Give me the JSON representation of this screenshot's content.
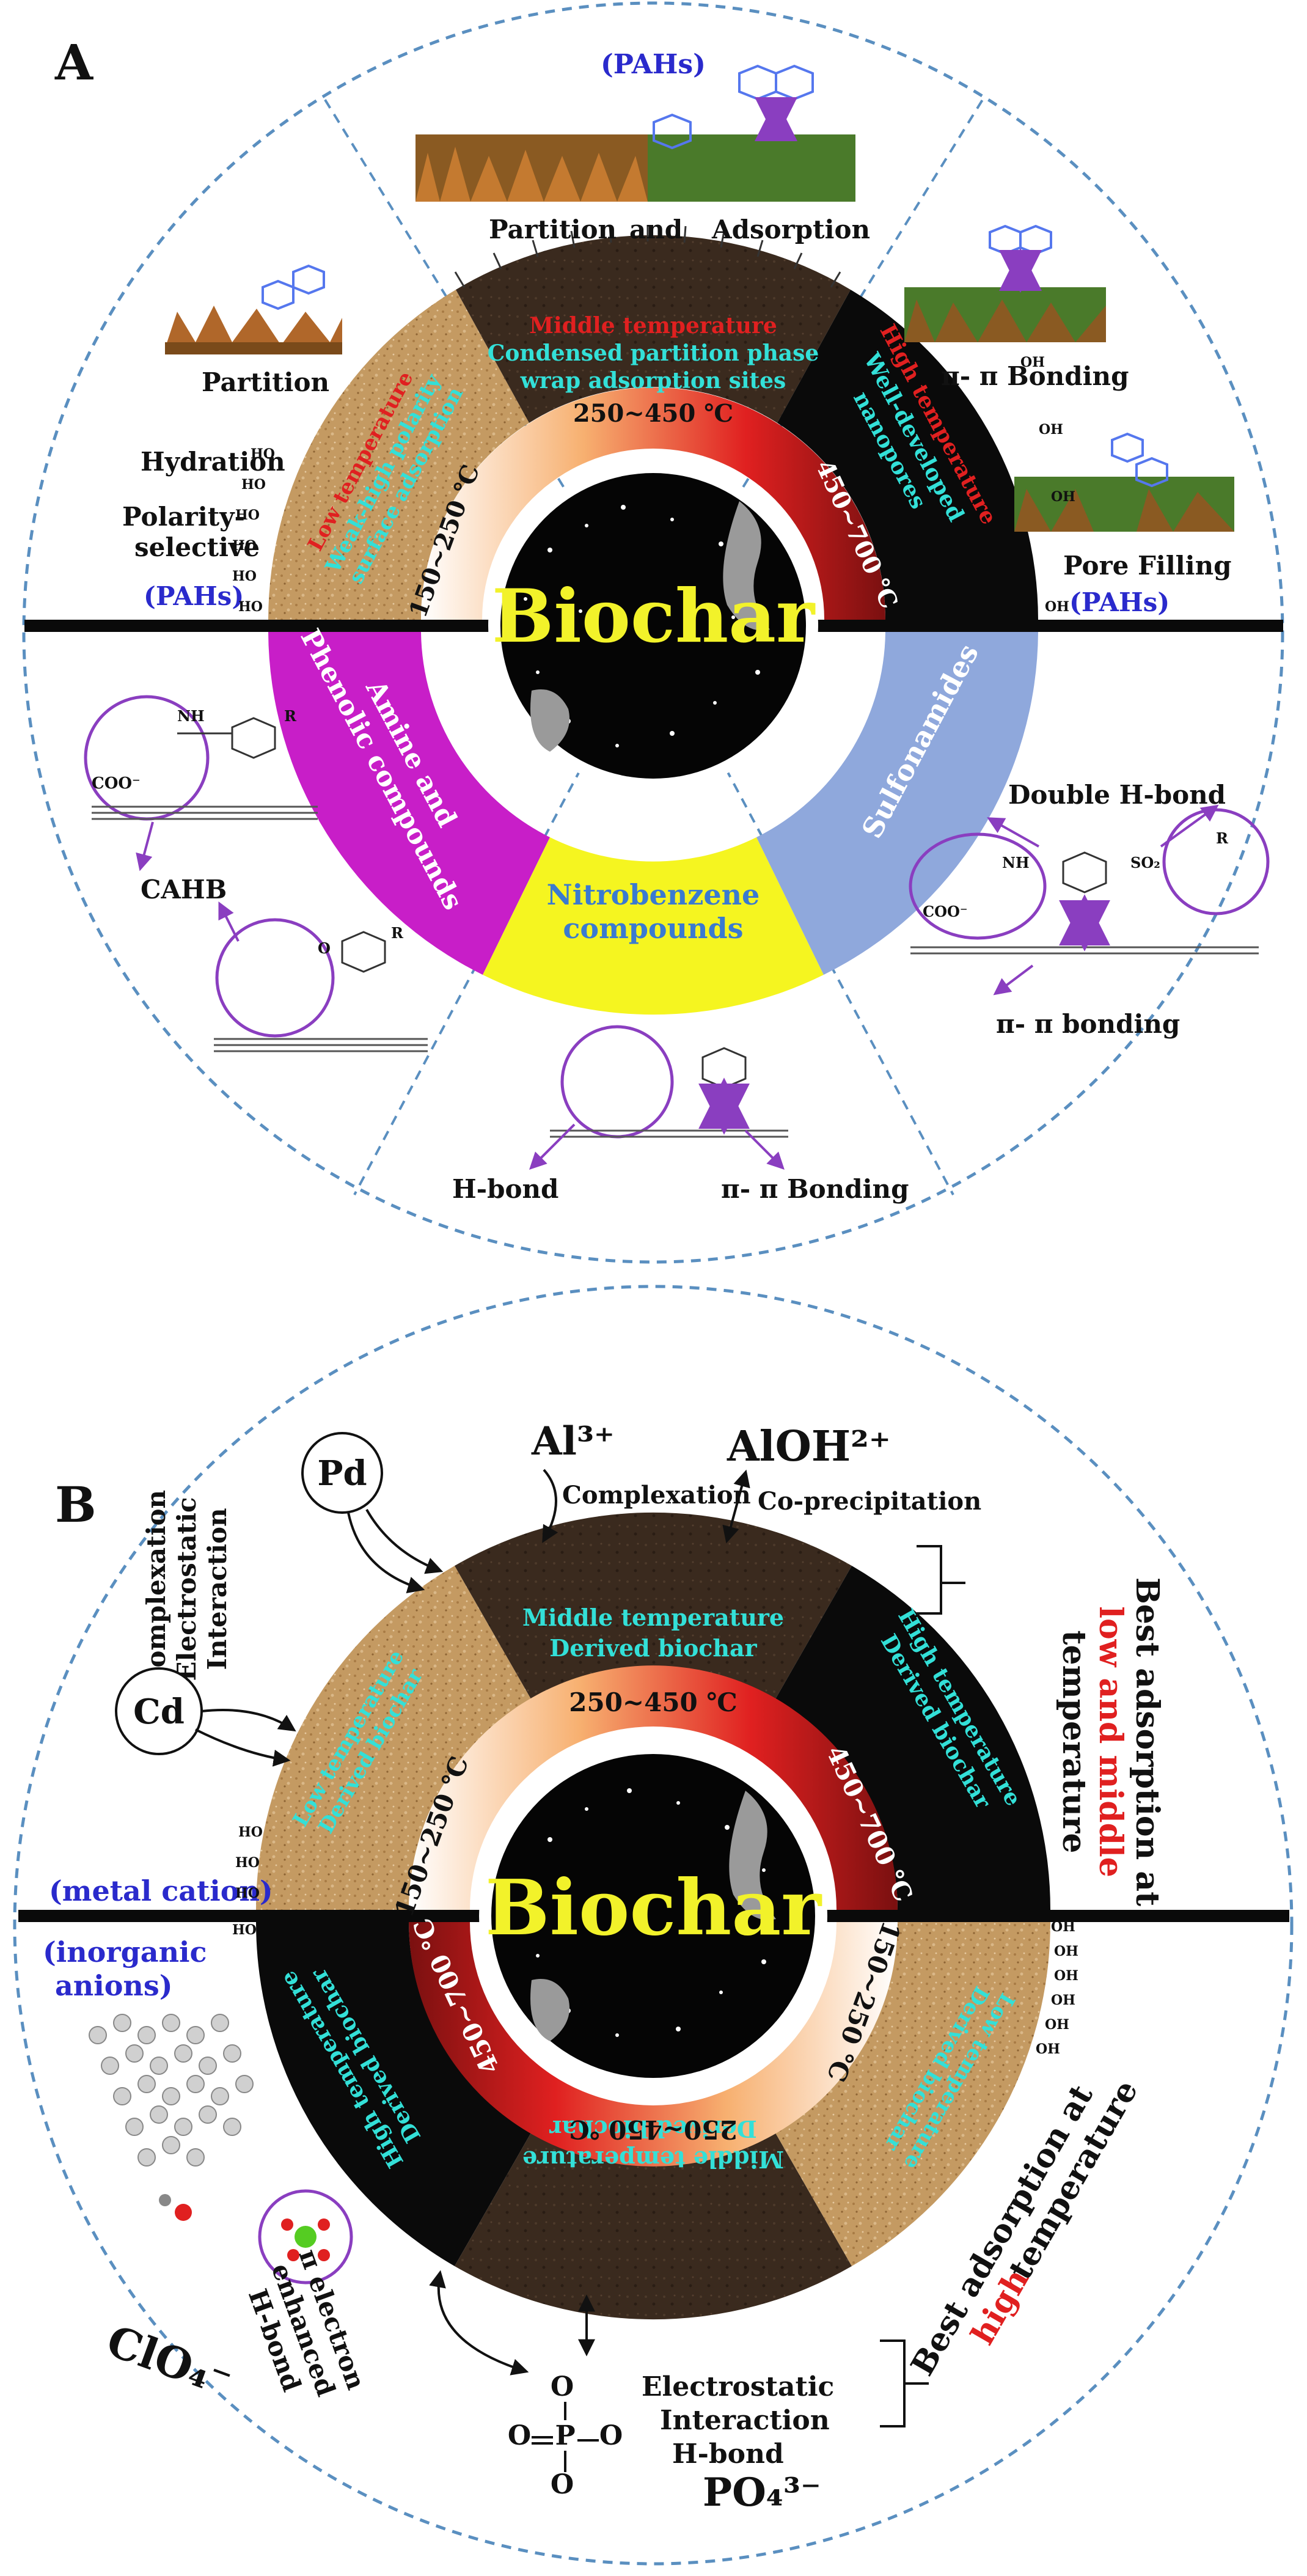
{
  "panel_a": {
    "letter": "A",
    "pahs_top": "(PAHs)",
    "partition_and": "Partition",
    "and_word": "and",
    "adsorption_word": "Adsorption",
    "partition": "Partition",
    "pi_bonding": "π- π Bonding",
    "hydration": "Hydration",
    "polarity_1": "Polarity-",
    "polarity_2": "selective",
    "pahs_left": "(PAHs)",
    "pore_filling": "Pore Filling",
    "pahs_right": "(PAHs)",
    "mid_1": "Middle temperature",
    "mid_2": "Condensed partition phase",
    "mid_3": "wrap adsorption sites",
    "high_1": "High temperature",
    "high_2": "Well-developed",
    "high_3": "nanopores",
    "low_1": "Low temperature",
    "low_2": "Weak-high polarity",
    "low_3": "surface adsorption",
    "temp_low": "150~250 ℃",
    "temp_mid": "250~450 ℃",
    "temp_high": "450~700 ℃",
    "biochar": "Biochar",
    "amine_1": "Amine and",
    "amine_2": "Phenolic compounds",
    "nitro_1": "Nitrobenzene",
    "nitro_2": "compounds",
    "sulfon": "Sulfonamides",
    "double_hbond": "Double H-bond",
    "pi_bonding_lower": "π- π bonding",
    "cahb": "CAHB",
    "hbond": "H-bond",
    "pi_bonding_bottom": "π- π Bonding",
    "oh": "OH",
    "ho": "HO",
    "coo": "COO⁻",
    "nh": "NH",
    "so2": "SO₂",
    "r": "R",
    "o": "O"
  },
  "panel_b": {
    "letter": "B",
    "al3": "Al³⁺",
    "aloh": "AlOH²⁺",
    "complexation": "Complexation",
    "coprecip": "Co-precipitation",
    "pd": "Pd",
    "cd": "Cd",
    "complexation_2": "Complexation",
    "electrostatic": "Electrostatic",
    "interaction": "Interaction",
    "best_low_1": "Best adsorption at",
    "best_low_2": "low and middle",
    "best_low_3": "temperature",
    "metal_cation": "(metal cation)",
    "inorganic_1": "(inorganic",
    "inorganic_2": "anions)",
    "mid_1": "Middle temperature",
    "mid_2": "Derived biochar",
    "high_1": "High temperature",
    "high_2": "Derived biochar",
    "low_1": "Low temperature",
    "low_2": "Derived biochar",
    "temp_low": "150~250 ℃",
    "temp_mid": "250~450 ℃",
    "temp_high": "450~700 ℃",
    "biochar": "Biochar",
    "clo4": "ClO₄⁻",
    "pi_e_1": "π electron",
    "pi_e_2": "enhanced",
    "pi_e_3": "H-bond",
    "electro_1": "Electrostatic",
    "electro_2": "Interaction",
    "electro_3": "H-bond",
    "po4": "PO₄³⁻",
    "best_high_1": "Best adsorption at",
    "best_high_2": "high",
    "best_high_3": "temperature",
    "phosphate_o": "O",
    "phosphate_p": "P"
  },
  "colors": {
    "dashed_circle": "#5a8fc0",
    "soil": "#c9a06a",
    "dark_brown": "#3a2a1e",
    "black": "#0a0a0a",
    "magenta": "#c81ec8",
    "yellow": "#f5f520",
    "periwinkle": "#8fa8dc",
    "temp_gradient": [
      "#ffffff",
      "#f5a04a",
      "#e02020",
      "#7a1010"
    ],
    "biochar_text": "#f2f22a",
    "cyan_label": "#33e0d8",
    "red_label": "#e02020",
    "arrow_purple": "#8a3ec0"
  }
}
